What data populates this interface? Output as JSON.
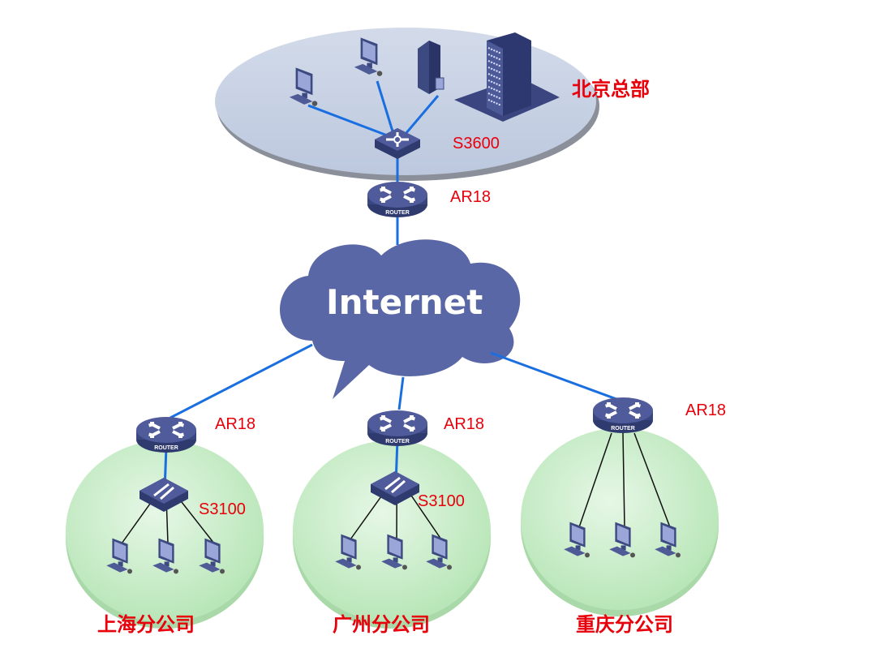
{
  "headquarters": {
    "name": "北京总部",
    "switch": "S3600",
    "router": "AR18"
  },
  "cloud": {
    "label": "Internet"
  },
  "branches": [
    {
      "name": "上海分公司",
      "router": "AR18",
      "switch": "S3100",
      "pcs": 3
    },
    {
      "name": "广州分公司",
      "router": "AR18",
      "switch": "S3100",
      "pcs": 3
    },
    {
      "name": "重庆分公司",
      "router": "AR18",
      "pcs": 3
    }
  ],
  "device_text": {
    "router_caption": "ROUTER"
  },
  "colors": {
    "label": "#e8000b",
    "link": "#1a6fe0",
    "device": "#4a5590",
    "hq_zone": "#c5cfe2",
    "branch_zone": "#c8eec8",
    "cloud": "#5a67a6"
  }
}
